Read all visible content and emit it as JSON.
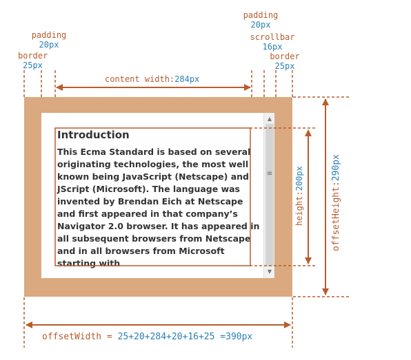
{
  "labels": {
    "padding_left": {
      "name": "padding",
      "value": "20px"
    },
    "border_left": {
      "name": "border",
      "value": "25px"
    },
    "padding_right": {
      "name": "padding",
      "value": "20px"
    },
    "scrollbar": {
      "name": "scrollbar",
      "value": "16px"
    },
    "border_right": {
      "name": "border",
      "value": "25px"
    },
    "content_width": {
      "name": "content width:",
      "value": "284px"
    },
    "height": {
      "name": "height:",
      "value": "200px"
    },
    "offset_height": {
      "name": "offsetHeight:",
      "value": "290px"
    },
    "offset_width": {
      "name": "offsetWidth = ",
      "value": "25+20+284+20+16+25 =390px"
    }
  },
  "content": {
    "title": "Introduction",
    "body": "This Ecma Standard is based on several originating technologies, the most well known being JavaScript (Netscape) and JScript (Microsoft). The language was invented by Brendan Eich at Netscape and first appeared in that company’s Navigator 2.0 browser. It has appeared in all subsequent browsers from Netscape and in all browsers from Microsoft starting with"
  },
  "colors": {
    "border_fill": "#dba97f",
    "arrow": "#b85c2c",
    "value_text": "#2a7fb5"
  }
}
